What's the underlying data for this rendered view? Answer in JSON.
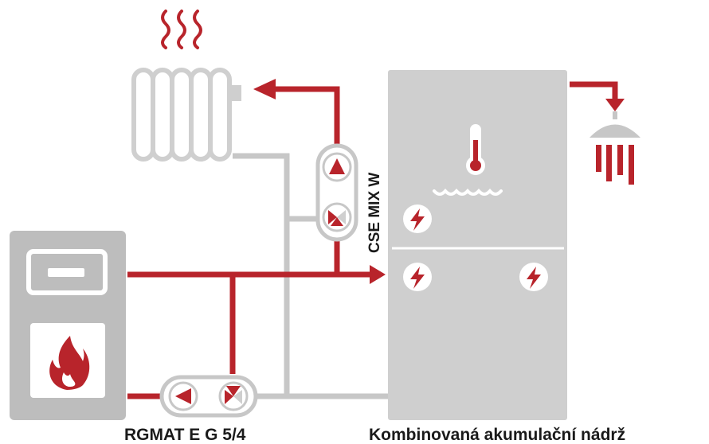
{
  "labels": {
    "mixing_unit": "CSE MIX W",
    "pump_group": "RGMAT E G 5/4",
    "tank": "Kombinovaná akumulační nádrž"
  },
  "colors": {
    "hot_pipe": "#b8242b",
    "return_pipe": "#c7c7c7",
    "tank_fill": "#cfcfcf",
    "boiler_fill": "#bdbdbd",
    "text": "#1a1a1a"
  },
  "icons": [
    "heat-waves-icon",
    "radiator-icon",
    "thermometer-icon",
    "water-waves-icon",
    "heating-element-icon",
    "shower-icon",
    "flame-icon",
    "pump-icon",
    "valve-icon",
    "arrow-icon"
  ]
}
